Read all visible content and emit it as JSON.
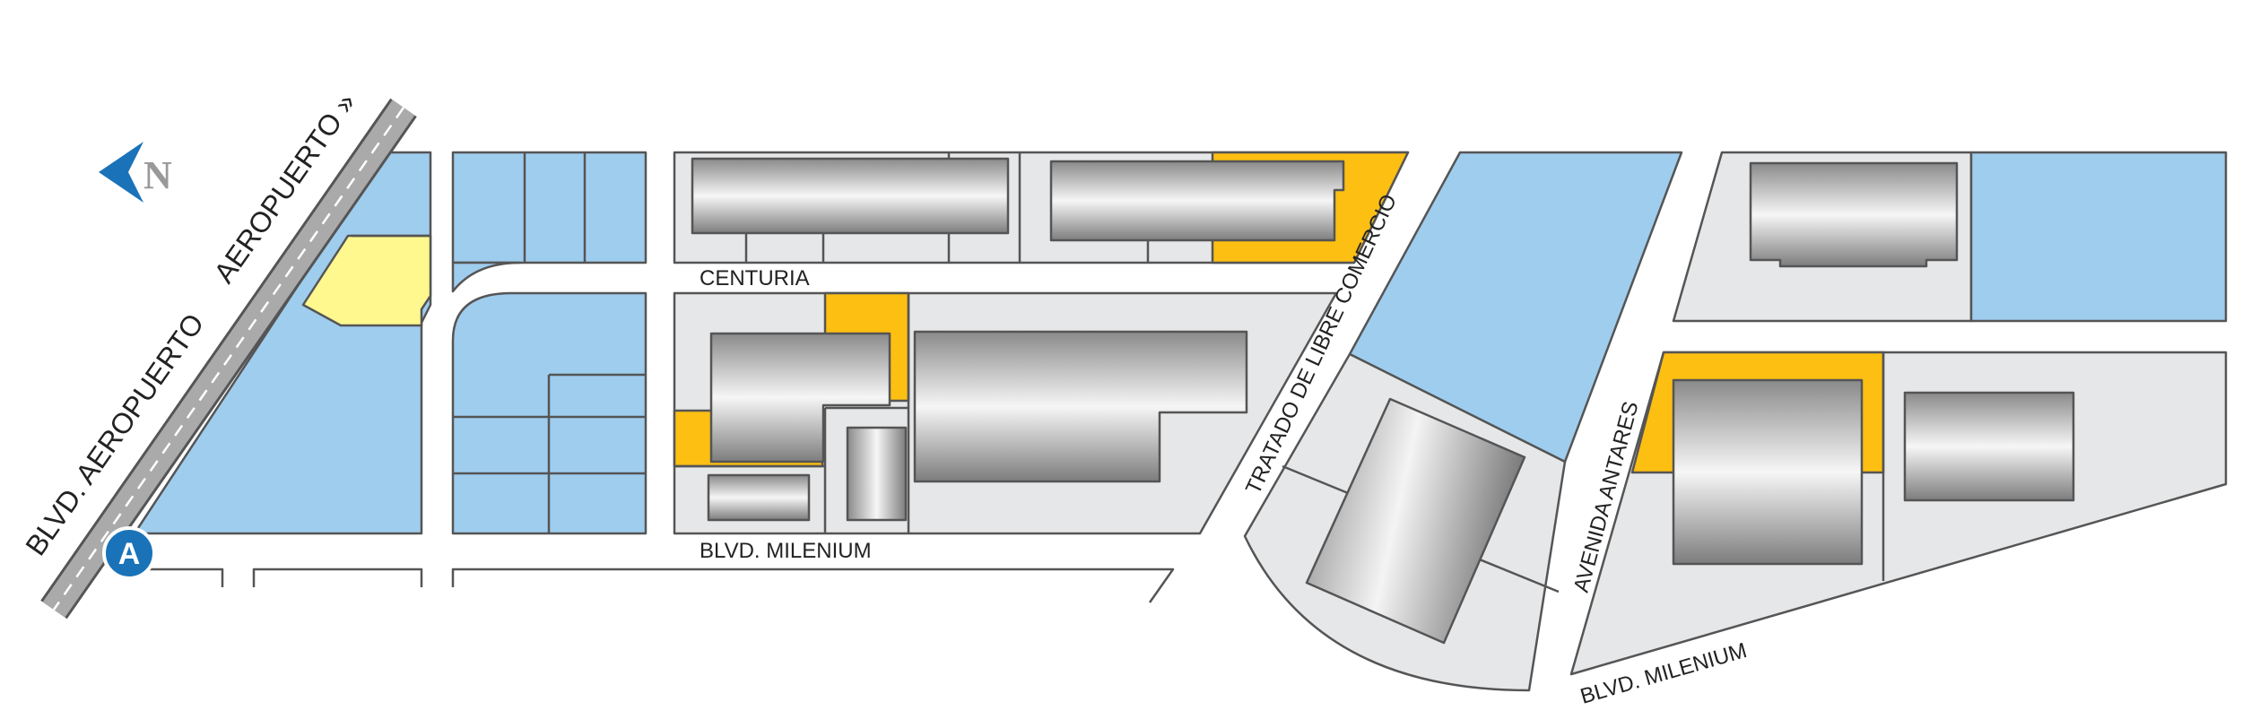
{
  "colors": {
    "lot_blue": "#9fcdee",
    "lot_grey": "#e6e7e8",
    "lot_orange": "#fcbf12",
    "lot_yellow": "#fff88f",
    "outline": "#555555",
    "marker_blue": "#1a73b8",
    "compass_blue": "#1a73b8",
    "compass_grey": "#999999",
    "highway": "#aaaaaa"
  },
  "compass": {
    "letter": "N",
    "icon": "north-arrow-icon"
  },
  "marker": {
    "letter": "A",
    "icon": "location-marker-icon"
  },
  "streets": {
    "highway_1": "BLVD. AEROPUERTO",
    "highway_2": "AEROPUERTO »",
    "centuria": "CENTURIA",
    "milenium_left": "BLVD. MILENIUM",
    "tratado": "TRATADO DE LIBRE COMERCIO",
    "antares": "AVENIDA ANTARES",
    "milenium_right": "BLVD. MILENIUM"
  }
}
